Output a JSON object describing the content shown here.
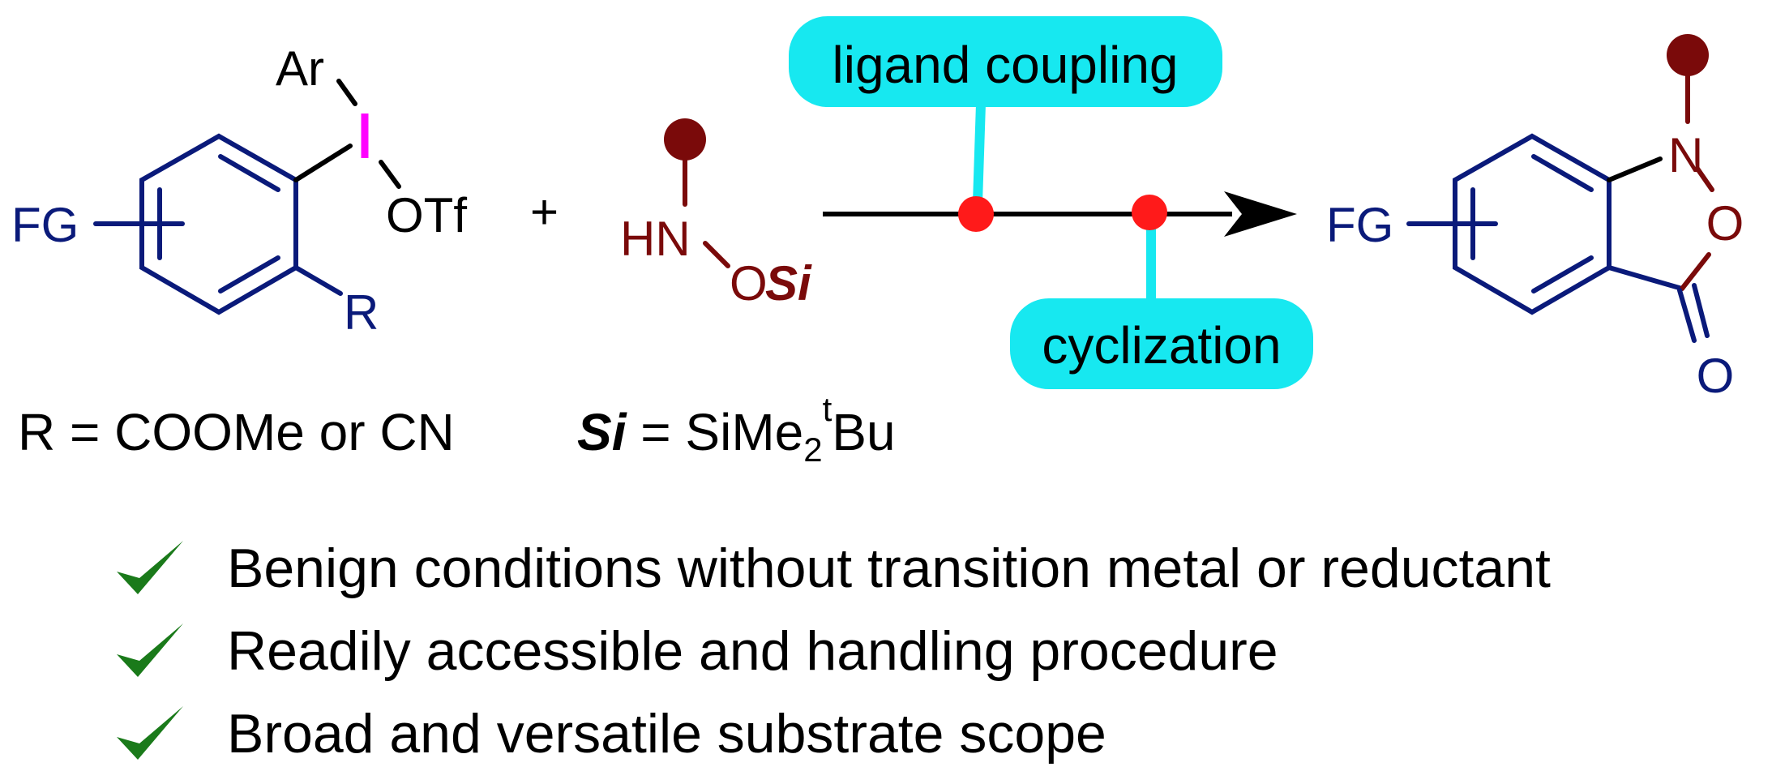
{
  "reactant_a": {
    "ar_label": "Ar",
    "iodine_label": "I",
    "otf_label": "OTf",
    "fg_label": "FG",
    "r_label": "R"
  },
  "plus_sign": "+",
  "reactant_b": {
    "hn_label": "HN",
    "o_label": "O",
    "si_label": "Si"
  },
  "arrow": {
    "step1_label": "ligand coupling",
    "step2_label": "cyclization"
  },
  "product": {
    "fg_label": "FG",
    "n_label": "N",
    "o_ring_label": "O",
    "o_carbonyl_label": "O"
  },
  "definitions": {
    "r_def": "R = COOMe or CN",
    "si_symbol": "Si",
    "si_eq": " = SiMe",
    "si_sub": "2",
    "si_sup": "t",
    "si_tail": "Bu"
  },
  "features": [
    "Benign conditions without transition metal or reductant",
    "Readily accessible and handling procedure",
    "Broad and versatile substrate scope"
  ],
  "colors": {
    "navy": "#0a1a7a",
    "maroon": "#7a0a0a",
    "magenta": "#ff00ff",
    "cyan": "#17e8f0",
    "red_dot": "#ff1a1a",
    "check_green": "#1a7a1a"
  }
}
